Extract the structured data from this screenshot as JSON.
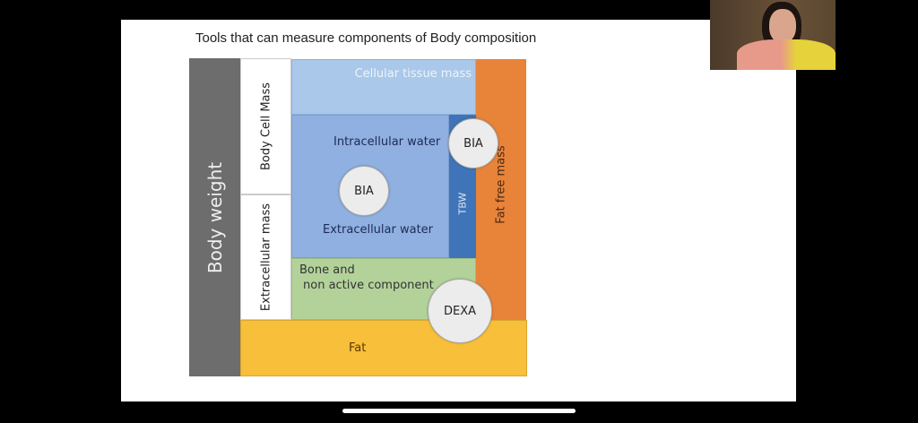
{
  "slide": {
    "title": "Tools that can measure components of Body composition",
    "diagram": {
      "body_weight": "Body weight",
      "body_cell_mass": "Body Cell Mass",
      "extracellular_mass": "Extracellular mass",
      "cellular_tissue_mass": "Cellular tissue mass",
      "intracellular_water": "Intracellular water",
      "extracellular_water": "Extracellular water",
      "tbw": "TBW",
      "fat_free_mass": "Fat free mass",
      "bone_line1": "Bone and",
      "bone_line2": "non active component",
      "fat": "Fat",
      "tools": {
        "bia_tbw": "BIA",
        "bia_water": "BIA",
        "dexa": "DEXA"
      }
    }
  },
  "colors": {
    "body_weight": "#6d6d6d",
    "cellular_tissue": "#a9c8ea",
    "water": "#8fb0e0",
    "tbw": "#3f74b8",
    "fat_free": "#e8833a",
    "bone": "#b3d29a",
    "fat": "#f7bf3a"
  }
}
